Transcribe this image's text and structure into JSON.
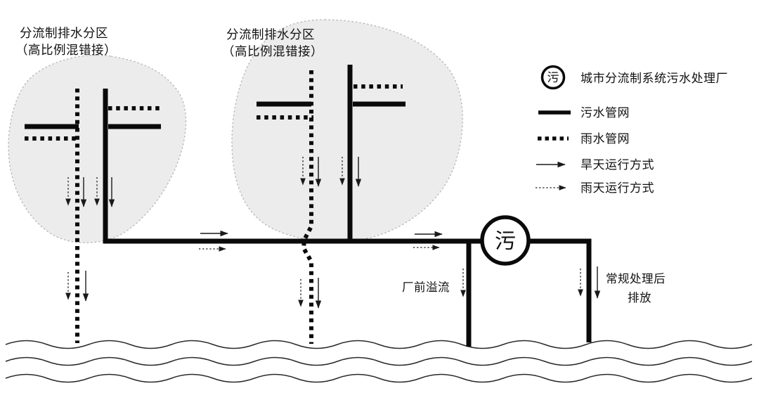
{
  "diagram": {
    "catchment_left": {
      "line1": "分流制排水分区",
      "line2": "（高比例混错接）"
    },
    "catchment_mid": {
      "line1": "分流制排水分区",
      "line2": "（高比例混错接）"
    },
    "plant_symbol": "污",
    "overflow_label": "厂前溢流",
    "discharge_label_line1": "常规处理后",
    "discharge_label_line2": "排放"
  },
  "legend": {
    "plant_symbol": "污",
    "items": [
      {
        "icon": "plant-circle-icon",
        "label": "城市分流制系统污水处理厂"
      },
      {
        "icon": "sewage-line-icon",
        "label": "污水管网"
      },
      {
        "icon": "rainwater-line-icon",
        "label": "雨水管网"
      },
      {
        "icon": "dry-weather-arrow-icon",
        "label": "旱天运行方式"
      },
      {
        "icon": "wet-weather-arrow-icon",
        "label": "雨天运行方式"
      }
    ]
  },
  "colors": {
    "pipe": "#0a0a0a",
    "arrow": "#1a1a1a",
    "blob_fill": "#ececec",
    "blob_border": "#b5b5b5",
    "wave": "#2a2a2a",
    "text": "#111111",
    "background": "#ffffff"
  }
}
